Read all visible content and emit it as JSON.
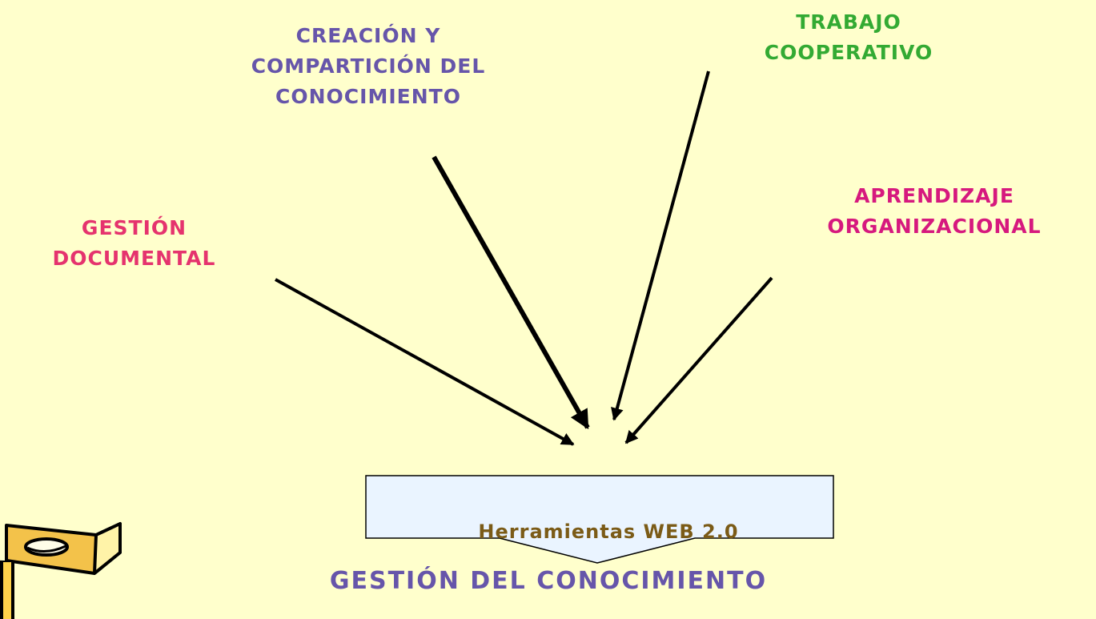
{
  "diagram": {
    "sources": [
      {
        "id": "creacion",
        "lines": [
          "CREACIÓN Y",
          "COMPARTICIÓN DEL",
          "CONOCIMIENTO"
        ],
        "color": "#6655AA"
      },
      {
        "id": "trabajo",
        "lines": [
          "TRABAJO",
          "COOPERATIVO"
        ],
        "color": "#33AA33"
      },
      {
        "id": "gestion_doc",
        "lines": [
          "GESTIÓN",
          "DOCUMENTAL"
        ],
        "color": "#E5336E"
      },
      {
        "id": "aprendizaje",
        "lines": [
          "APRENDIZAJE",
          "ORGANIZACIONAL"
        ],
        "color": "#D6197E"
      }
    ],
    "hub": {
      "label": "Herramientas  WEB  2.0",
      "color": "#7B5B17",
      "fill": "#EAF4FF"
    },
    "result": {
      "label": "GESTIÓN DEL CONOCIMIENTO",
      "color": "#6655AA"
    },
    "arrow_color": "#000000",
    "background": "#FFFFCC"
  },
  "decoration": {
    "icon": "pencil-icon"
  }
}
